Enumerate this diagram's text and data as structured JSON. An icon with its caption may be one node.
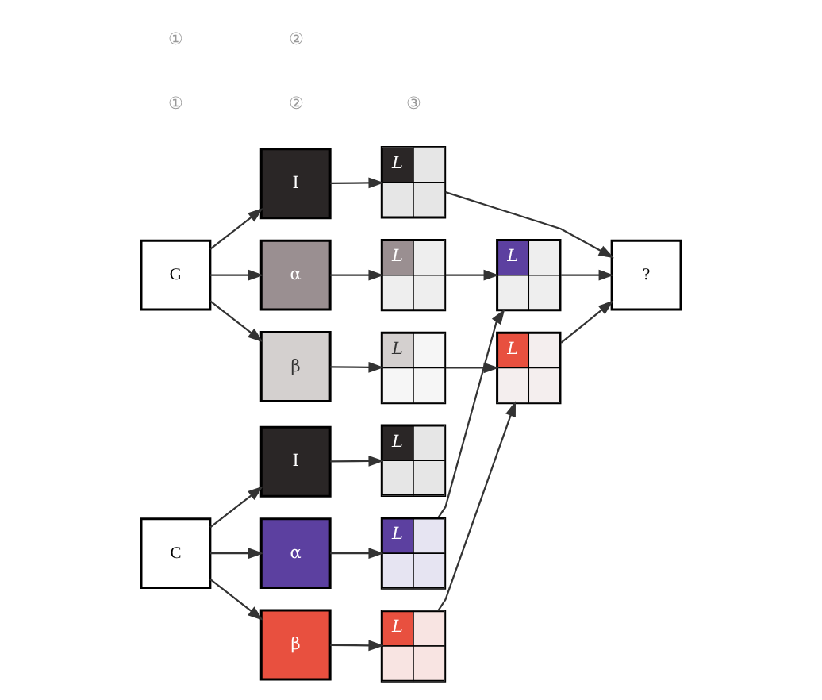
{
  "diagram": {
    "nodes": [
      {
        "text": [
          "G"
        ]
      },
      {
        "text": [
          "Ⅰ"
        ]
      },
      {
        "text": [
          "α"
        ]
      },
      {
        "text": [
          "β"
        ]
      },
      {
        "text": [
          "L"
        ]
      },
      {
        "text": [
          "L"
        ]
      },
      {
        "text": [
          "L"
        ]
      },
      {
        "text": [
          "L"
        ]
      },
      {
        "text": [
          "L"
        ]
      },
      {
        "text": [
          "?"
        ]
      },
      {
        "text": [
          "C"
        ]
      },
      {
        "text": [
          "Ⅰ"
        ]
      },
      {
        "text": [
          "α"
        ]
      },
      {
        "text": [
          "β"
        ]
      },
      {
        "text": [
          "L"
        ]
      },
      {
        "text": [
          "L"
        ]
      },
      {
        "text": [
          "L"
        ]
      }
    ],
    "edges": [
      {
        "from": 0,
        "to": 1,
        "arrow": "to"
      },
      {
        "from": 0,
        "to": 2,
        "arrow": "to"
      },
      {
        "from": 0,
        "to": 3,
        "arrow": "to"
      },
      {
        "from": 1,
        "to": 4,
        "arrow": "to"
      },
      {
        "from": 2,
        "to": 5,
        "arrow": "to"
      },
      {
        "from": 3,
        "to": 6,
        "arrow": "to"
      },
      {
        "from": 4,
        "to": 9,
        "arrow": "to"
      },
      {
        "from": 5,
        "to": 7,
        "arrow": "to"
      },
      {
        "from": 15,
        "to": 7,
        "arrow": "to"
      },
      {
        "from": 6,
        "to": 8,
        "arrow": "to"
      },
      {
        "from": 16,
        "to": 8,
        "arrow": "to"
      },
      {
        "from": 7,
        "to": 9,
        "arrow": "to"
      },
      {
        "from": 8,
        "to": 9,
        "arrow": "to"
      },
      {
        "from": 10,
        "to": 11,
        "arrow": "to"
      },
      {
        "from": 10,
        "to": 12,
        "arrow": "to"
      },
      {
        "from": 10,
        "to": 13,
        "arrow": "to"
      },
      {
        "from": 11,
        "to": 14,
        "arrow": "to"
      },
      {
        "from": 12,
        "to": 15,
        "arrow": "to"
      },
      {
        "from": 13,
        "to": 16,
        "arrow": "to"
      }
    ],
    "labels": [
      "①",
      "②",
      "③",
      "①",
      "②"
    ]
  }
}
